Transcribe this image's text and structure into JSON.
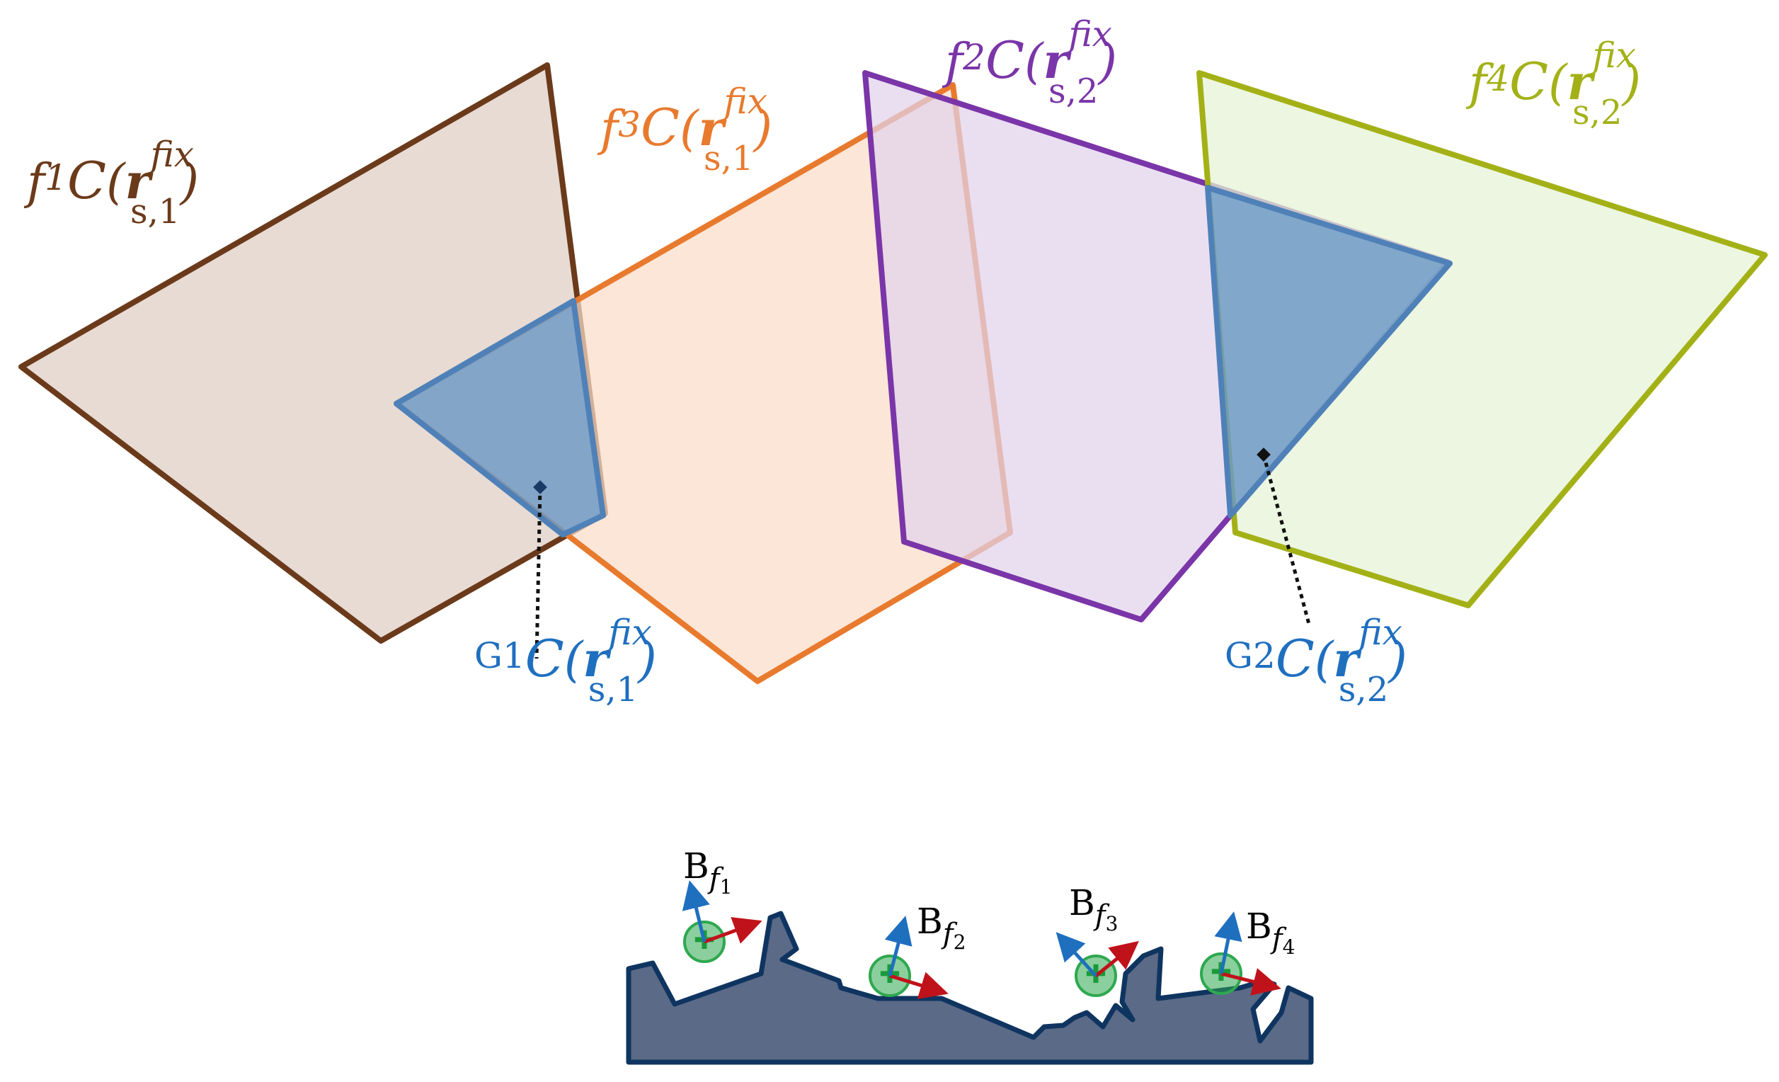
{
  "colors": {
    "f1": "#6b3a1a",
    "f1_fill": "#e3d5cc",
    "f3": "#e87a2e",
    "f3_fill": "#f9dcc8",
    "f2": "#7a35a8",
    "f2_fill": "#e2d3ec",
    "f4": "#a3b117",
    "f4_fill": "#e6f3d6",
    "intersect": "#4f81b8",
    "intersect_fill": "#6a99c6",
    "g_label": "#1f6fbf",
    "body_fill": "#5a6a87",
    "body_stroke": "#0f3460",
    "frame_x": "#c0121a",
    "frame_y": "#1f6fbf",
    "contact": "#2ea84f"
  },
  "labels": {
    "f1": {
      "prefix": "f",
      "prefix_sub": "1",
      "set": "C",
      "r": "r",
      "sup": "fix",
      "sub": "s,1",
      "color_key": "f1"
    },
    "f3": {
      "prefix": "f",
      "prefix_sub": "3",
      "set": "C",
      "r": "r",
      "sup": "fix",
      "sub": "s,1",
      "color_key": "f3"
    },
    "f2": {
      "prefix": "f",
      "prefix_sub": "2",
      "set": "C",
      "r": "r",
      "sup": "fix",
      "sub": "s,2",
      "color_key": "f2"
    },
    "f4": {
      "prefix": "f",
      "prefix_sub": "4",
      "set": "C",
      "r": "r",
      "sup": "fix",
      "sub": "s,2",
      "color_key": "f4"
    },
    "g1": {
      "prefix": "G",
      "prefix_sub": "1",
      "set": "C",
      "r": "r",
      "sup": "fix",
      "sub": "s,1",
      "color_key": "g_label"
    },
    "g2": {
      "prefix": "G",
      "prefix_sub": "2",
      "set": "C",
      "r": "r",
      "sup": "fix",
      "sub": "s,2",
      "color_key": "g_label"
    }
  },
  "frames": [
    {
      "base": "B",
      "sub": "f",
      "subsub": "1"
    },
    {
      "base": "B",
      "sub": "f",
      "subsub": "2"
    },
    {
      "base": "B",
      "sub": "f",
      "subsub": "3"
    },
    {
      "base": "B",
      "sub": "f",
      "subsub": "4"
    }
  ],
  "icons": {
    "contact_marker": "cross-in-circle-icon",
    "frame_arrow": "arrow-icon",
    "centroid_marker": "diamond-icon"
  }
}
